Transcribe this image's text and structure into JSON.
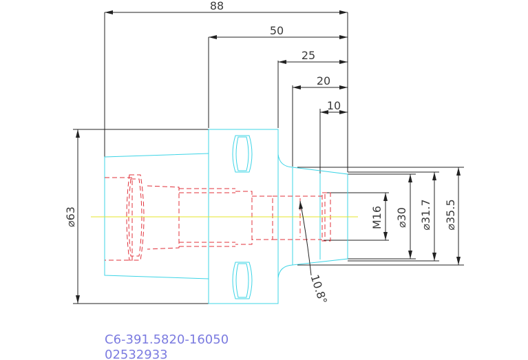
{
  "dimensions": {
    "d88": "88",
    "d50": "50",
    "d25": "25",
    "d20": "20",
    "d10": "10",
    "dia63": "⌀63",
    "m16": "M16",
    "dia30": "⌀30",
    "dia31_7": "⌀31.7",
    "dia35_5": "⌀35.5",
    "angle": "10.8°"
  },
  "part": {
    "code": "C6-391.5820-16050",
    "number": "02532933"
  },
  "colors": {
    "outline": "#3cd4e6",
    "hidden": "#e0303a",
    "centerline": "#e6e62a",
    "dimension": "#222222",
    "part_text": "#7b7be0"
  }
}
